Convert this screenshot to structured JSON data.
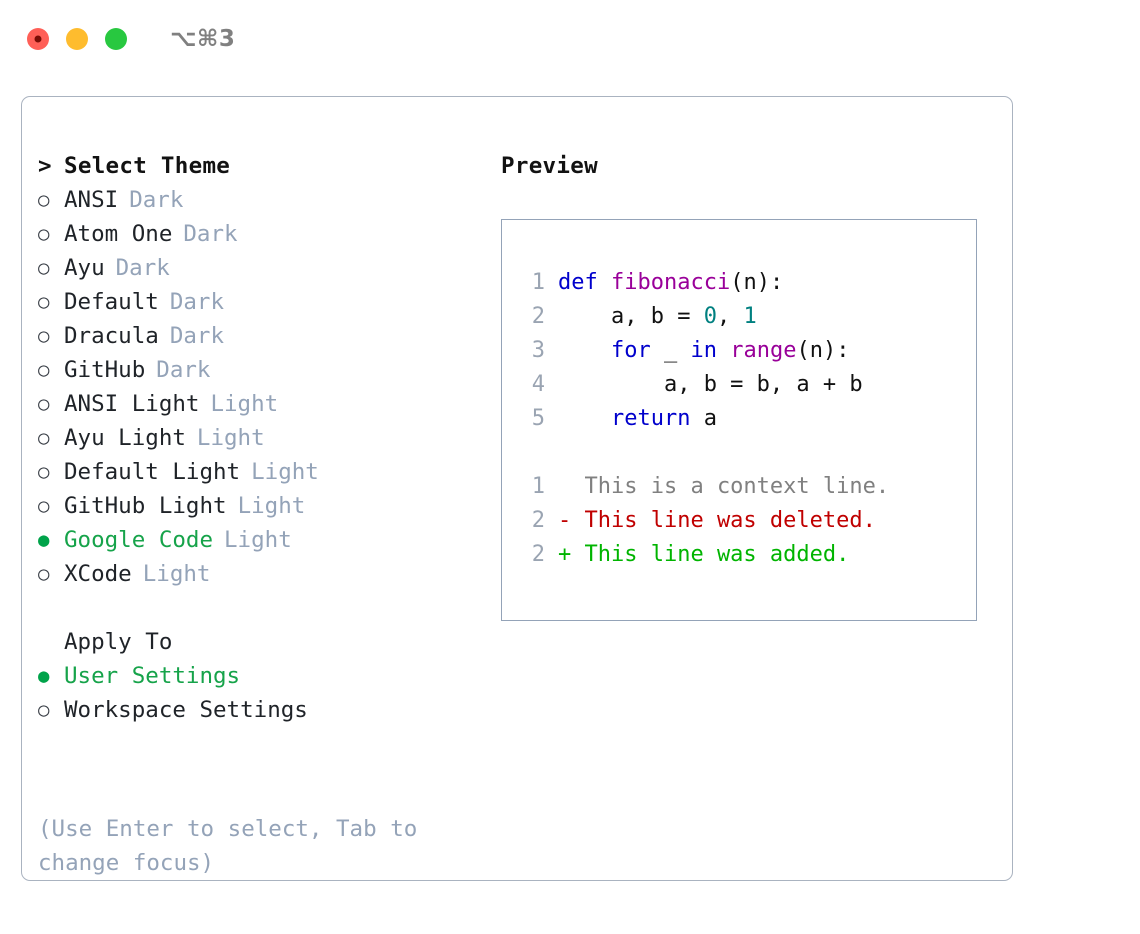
{
  "window": {
    "traffic_lights": [
      "close",
      "minimize",
      "zoom"
    ],
    "shortcut": "⌥⌘3",
    "accent_green": "#16a34a",
    "muted": "#94a3b8",
    "border": "#aab3c0"
  },
  "theme_picker": {
    "heading_marker": ">",
    "heading": "Select Theme",
    "marker_unselected": "○",
    "marker_selected": "●",
    "items": [
      {
        "name": "ANSI",
        "tag": "Dark",
        "selected": false
      },
      {
        "name": "Atom One",
        "tag": "Dark",
        "selected": false
      },
      {
        "name": "Ayu",
        "tag": "Dark",
        "selected": false
      },
      {
        "name": "Default",
        "tag": "Dark",
        "selected": false
      },
      {
        "name": "Dracula",
        "tag": "Dark",
        "selected": false
      },
      {
        "name": "GitHub",
        "tag": "Dark",
        "selected": false
      },
      {
        "name": "ANSI Light",
        "tag": "Light",
        "selected": false
      },
      {
        "name": "Ayu Light",
        "tag": "Light",
        "selected": false
      },
      {
        "name": "Default Light",
        "tag": "Light",
        "selected": false
      },
      {
        "name": "GitHub Light",
        "tag": "Light",
        "selected": false
      },
      {
        "name": "Google Code",
        "tag": "Light",
        "selected": true
      },
      {
        "name": "XCode",
        "tag": "Light",
        "selected": false
      }
    ]
  },
  "apply_to": {
    "label": "Apply To",
    "options": [
      {
        "name": "User Settings",
        "selected": true
      },
      {
        "name": "Workspace Settings",
        "selected": false
      }
    ]
  },
  "hint": "(Use Enter to select, Tab to change focus)",
  "preview": {
    "title": "Preview",
    "code_lines": [
      {
        "number": "1",
        "tokens": [
          {
            "t": "def ",
            "c": "kw"
          },
          {
            "t": "fibonacci",
            "c": "fn"
          },
          {
            "t": "(n):",
            "c": "pl"
          }
        ]
      },
      {
        "number": "2",
        "tokens": [
          {
            "t": "    a, b = ",
            "c": "pl"
          },
          {
            "t": "0",
            "c": "num"
          },
          {
            "t": ", ",
            "c": "pl"
          },
          {
            "t": "1",
            "c": "num"
          }
        ]
      },
      {
        "number": "3",
        "tokens": [
          {
            "t": "    ",
            "c": "pl"
          },
          {
            "t": "for ",
            "c": "kw"
          },
          {
            "t": "_ ",
            "c": "pl"
          },
          {
            "t": "in ",
            "c": "kw"
          },
          {
            "t": "range",
            "c": "fn"
          },
          {
            "t": "(n):",
            "c": "pl"
          }
        ]
      },
      {
        "number": "4",
        "tokens": [
          {
            "t": "        a, b = b, a + b",
            "c": "pl"
          }
        ]
      },
      {
        "number": "5",
        "tokens": [
          {
            "t": "    ",
            "c": "pl"
          },
          {
            "t": "return ",
            "c": "kw"
          },
          {
            "t": "a",
            "c": "pl"
          }
        ]
      }
    ],
    "diff_lines": [
      {
        "number": "1",
        "sign": " ",
        "text": " This is a context line.",
        "kind": "ctx"
      },
      {
        "number": "2",
        "sign": "-",
        "text": " This line was deleted.",
        "kind": "del"
      },
      {
        "number": "2",
        "sign": "+",
        "text": " This line was added.",
        "kind": "add"
      }
    ]
  }
}
